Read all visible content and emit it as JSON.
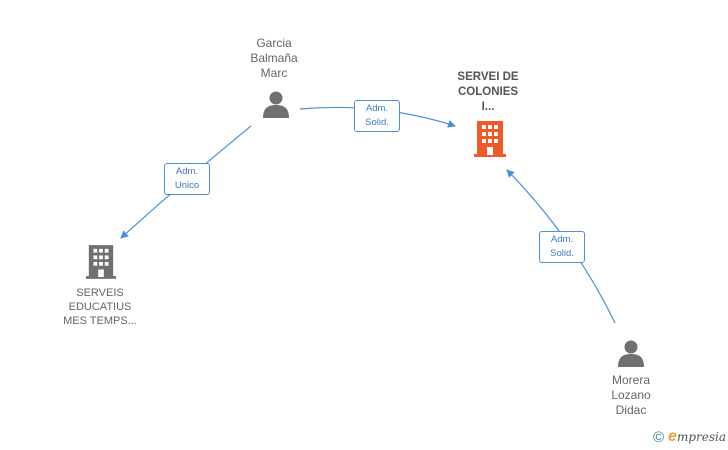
{
  "nodes": {
    "garcia": {
      "label": "Garcia\nBalmaña\nMarc",
      "type": "person"
    },
    "servei": {
      "label": "SERVEI DE\nCOLONIES\nI...",
      "type": "company-main"
    },
    "serveis": {
      "label": "SERVEIS\nEDUCATIUS\nMES TEMPS...",
      "type": "company"
    },
    "morera": {
      "label": "Morera\nLozano\nDidac",
      "type": "person"
    }
  },
  "edges": {
    "e1": {
      "label": "Adm.\nSolid.",
      "from": "garcia",
      "to": "servei"
    },
    "e2": {
      "label": "Adm.\nUnico",
      "from": "garcia",
      "to": "serveis"
    },
    "e3": {
      "label": "Adm.\nSolid.",
      "from": "morera",
      "to": "servei"
    }
  },
  "colors": {
    "edge": "#4a90d9",
    "person": "#707070",
    "company": "#707070",
    "company_main": "#f05a28"
  },
  "footer": {
    "copyright": "©",
    "brand_e": "e",
    "brand_rest": "mpresia"
  }
}
